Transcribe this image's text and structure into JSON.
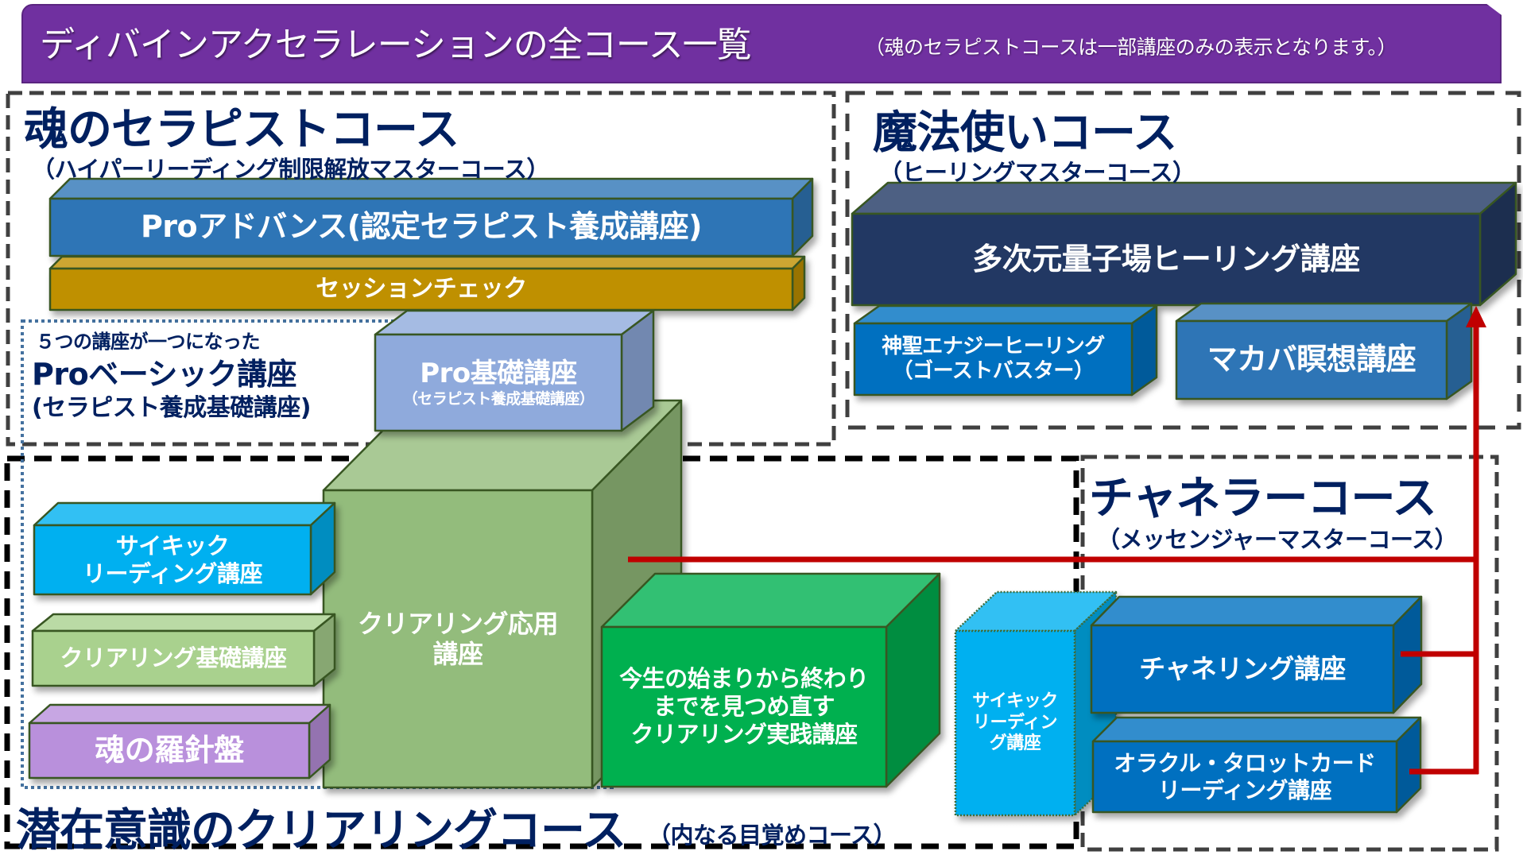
{
  "header": {
    "title": "ディバインアクセラレーションの全コース一覧",
    "subtitle": "（魂のセラピストコースは一部講座のみの表示となります。）",
    "bar_color": "#7030a0"
  },
  "courses": {
    "soul_therapist": {
      "title": "魂のセラピストコース",
      "subtitle": "（ハイパーリーディング制限解放マスターコース）"
    },
    "wizard": {
      "title": "魔法使いコース",
      "subtitle": "（ヒーリングマスターコース）"
    },
    "channeler": {
      "title": "チャネラーコース",
      "subtitle": "（メッセンジャーマスターコース）"
    },
    "clearing": {
      "title": "潜在意識のクリアリングコース",
      "subtitle": "（内なる目覚めコース）"
    }
  },
  "pro_basic_group": {
    "note": "５つの講座が一つになった",
    "title": "Proベーシック講座",
    "subtitle": "(セラピスト養成基礎講座)"
  },
  "blocks": {
    "pro_advance": {
      "lines": [
        "Proアドバンス(認定セラピスト養成講座)"
      ],
      "color": "#2e75b6"
    },
    "session_check": {
      "lines": [
        "セッションチェック"
      ],
      "color": "#bf9000"
    },
    "pro_kiso": {
      "lines": [
        "Pro基礎講座",
        "（セラピスト養成基礎講座）"
      ],
      "color": "#8faadc"
    },
    "multi_dim_healing": {
      "lines": [
        "多次元量子場ヒーリング講座"
      ],
      "color": "#203864"
    },
    "divine_energy": {
      "lines": [
        "神聖エナジーヒーリング",
        "（ゴーストバスター）"
      ],
      "color": "#0070c0"
    },
    "merkaba": {
      "lines": [
        "マカバ瞑想講座"
      ],
      "color": "#2e75b6"
    },
    "psychic_reading_left": {
      "lines": [
        "サイキック",
        "リーディング講座"
      ],
      "color": "#00b0f0"
    },
    "clearing_basic": {
      "lines": [
        "クリアリング基礎講座"
      ],
      "color": "#a9d18e"
    },
    "soul_compass": {
      "lines": [
        "魂の羅針盤"
      ],
      "color": "#b990dc"
    },
    "clearing_applied": {
      "lines": [
        "クリアリング応用",
        "講座"
      ],
      "color": "#93bc7b"
    },
    "clearing_practice": {
      "lines": [
        "今生の始まりから終わり",
        "までを見つめ直す",
        "クリアリング実践講座"
      ],
      "color": "#00b050"
    },
    "psychic_reading_right": {
      "lines": [
        "サイキック",
        "リーディン",
        "グ講座"
      ],
      "color": "#00b0f0"
    },
    "channeling": {
      "lines": [
        "チャネリング講座"
      ],
      "color": "#0070c0"
    },
    "oracle_tarot": {
      "lines": [
        "オラクル・タロットカード",
        "リーディング講座"
      ],
      "color": "#0070c0"
    }
  },
  "connector_color": "#c00000",
  "title_color": "#002060"
}
